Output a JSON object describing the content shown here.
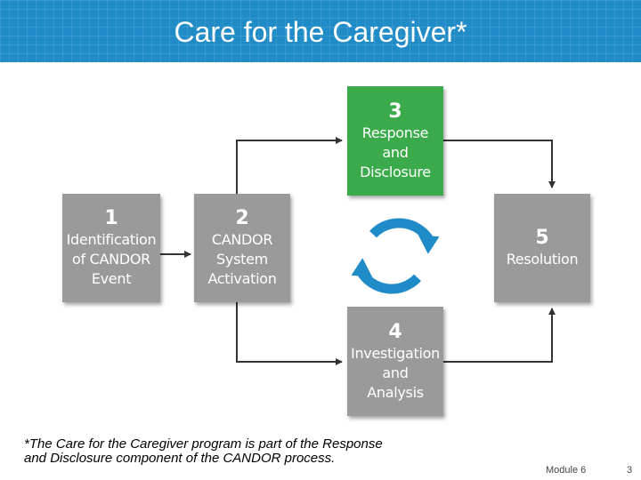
{
  "slide": {
    "title": "Care for the Caregiver*",
    "footnote": "*The Care for the Caregiver program is part of the Response\nand Disclosure component of the CANDOR process.",
    "module_label": "Module 6",
    "page_number": "3"
  },
  "steps": [
    {
      "number": "1",
      "label": "Identification\nof CANDOR\nEvent",
      "color": "#9a9a9a"
    },
    {
      "number": "2",
      "label": "CANDOR\nSystem\nActivation",
      "color": "#9a9a9a"
    },
    {
      "number": "3",
      "label": "Response\nand\nDisclosure",
      "color": "#3aaa4a"
    },
    {
      "number": "4",
      "label": "Investigation\nand\nAnalysis",
      "color": "#9a9a9a"
    },
    {
      "number": "5",
      "label": "Resolution",
      "color": "#9a9a9a"
    }
  ],
  "colors": {
    "header": "#1f8bc7",
    "highlight": "#3aaa4a",
    "step_box": "#9a9a9a",
    "cycle_icon": "#1f8bc7",
    "connector": "#333333"
  },
  "icons": {
    "center": "cycle-icon"
  }
}
